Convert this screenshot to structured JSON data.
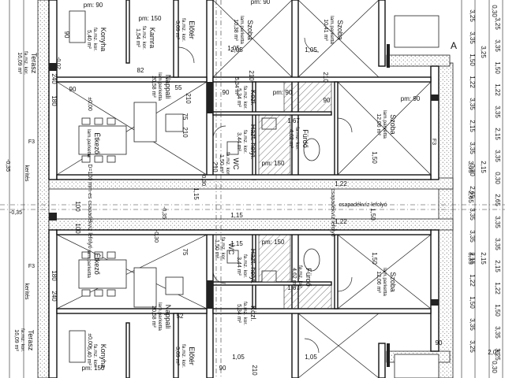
{
  "rooms": [
    {
      "name": "Konyha",
      "floor": "fa.mz. kor.",
      "area": "5,40 m²"
    },
    {
      "name": "Kamra",
      "floor": "fa.mz. kor.",
      "area": "1,54 m²"
    },
    {
      "name": "Előtér",
      "floor": "fa.mz. kor.",
      "area": "3,09 m²"
    },
    {
      "name": "Szoba",
      "floor": "lam.parketta",
      "area": "10,38 m²"
    },
    {
      "name": "Szoba",
      "floor": "lam.parketta",
      "area": "10,41 m²"
    },
    {
      "name": "Nappali",
      "floor": "lam.parketta",
      "area": "20,58 m²"
    },
    {
      "name": "Közl.",
      "floor": "fa.mz. kor.",
      "area": "5,34 m²"
    },
    {
      "name": "Szoba",
      "floor": "lam.parketta",
      "area": "12,06 m²"
    },
    {
      "name": "Terasz",
      "floor": "fa.mz. kor.",
      "area": "16,09 m²"
    },
    {
      "name": "Étkező",
      "floor": "lam.parketta",
      "area": ""
    },
    {
      "name": "Fürdő",
      "floor": "fa.mz. kor.",
      "area": "4,62 m²"
    },
    {
      "name": "Házt. helyi.",
      "floor": "fa.mz. kor.",
      "area": "3,44 m²"
    },
    {
      "name": "WC",
      "floor": "fa.mz. kor.",
      "area": "1,50 m²"
    },
    {
      "name": "Étkező",
      "floor": "lam.parketta",
      "area": ""
    },
    {
      "name": "WC",
      "floor": "fa.mz. kor.",
      "area": "1,50 m²"
    },
    {
      "name": "Házt. helyi.",
      "floor": "fa.mz. kor.",
      "area": "3,44 m²"
    },
    {
      "name": "Fürdő",
      "floor": "fa.mz. kor.",
      "area": "4,62 m²"
    },
    {
      "name": "Szoba",
      "floor": "lam.parketta",
      "area": "12,06 m²"
    },
    {
      "name": "Nappali",
      "floor": "lam.parketta",
      "area": "20,58 m²"
    },
    {
      "name": "Közl.",
      "floor": "fa.mz. kor.",
      "area": "5,34 m²"
    },
    {
      "name": "Terasz",
      "floor": "fa.mz. kor.",
      "area": "16,09 m²"
    },
    {
      "name": "Konyha",
      "floor": "fa.mz. kor.",
      "area": "5,40 m²"
    },
    {
      "name": "Előtér",
      "floor": "fa.mz. kor.",
      "area": "3,09 m²"
    }
  ],
  "annotations": [
    "±0,00",
    "±0,00",
    "-0,02",
    "-0,35",
    "-0,35",
    "-0,35",
    "-0,30",
    "-0,30",
    "csapadékvíz lefolyó",
    "csapadékvíz lefolyó",
    "kerítés",
    "kerítés",
    "D=100 mm-es csapadékvíz lefolyó",
    "A",
    "F3",
    "F3",
    "F3",
    "5,34 m²"
  ],
  "dimensions": [
    "pm: 90",
    "pm: 90",
    "pm: 90",
    "pm: 150",
    "pm: 150",
    "pm: 150",
    "pm: 90",
    "pm: 150",
    "90",
    "90",
    "90",
    "90",
    "90",
    "90",
    "210",
    "210",
    "210",
    "210",
    "210",
    "210",
    "2,05",
    "1,05",
    "1,05",
    "1,15",
    "1,15",
    "1,15",
    "1,67",
    "1,67",
    "1,50",
    "1,50",
    "1,22",
    "1,22",
    "1,50",
    "3,35",
    "3,35",
    "2,15",
    "2,15",
    "2,65",
    "3,25",
    "0,30",
    "0,30",
    "75",
    "75",
    "240",
    "240",
    "180",
    "180",
    "100",
    "100",
    "82",
    "52",
    "55",
    "1,05",
    "1,05",
    "2,05",
    "7"
  ],
  "right_dims": [
    "3,25",
    "3,35",
    "1,50",
    "1,22",
    "3,35",
    "2,15",
    "3,35",
    "0,30",
    "2,65",
    "3,35",
    "3,35",
    "2,15",
    "1,22",
    "1,50",
    "3,35",
    "3,25"
  ]
}
